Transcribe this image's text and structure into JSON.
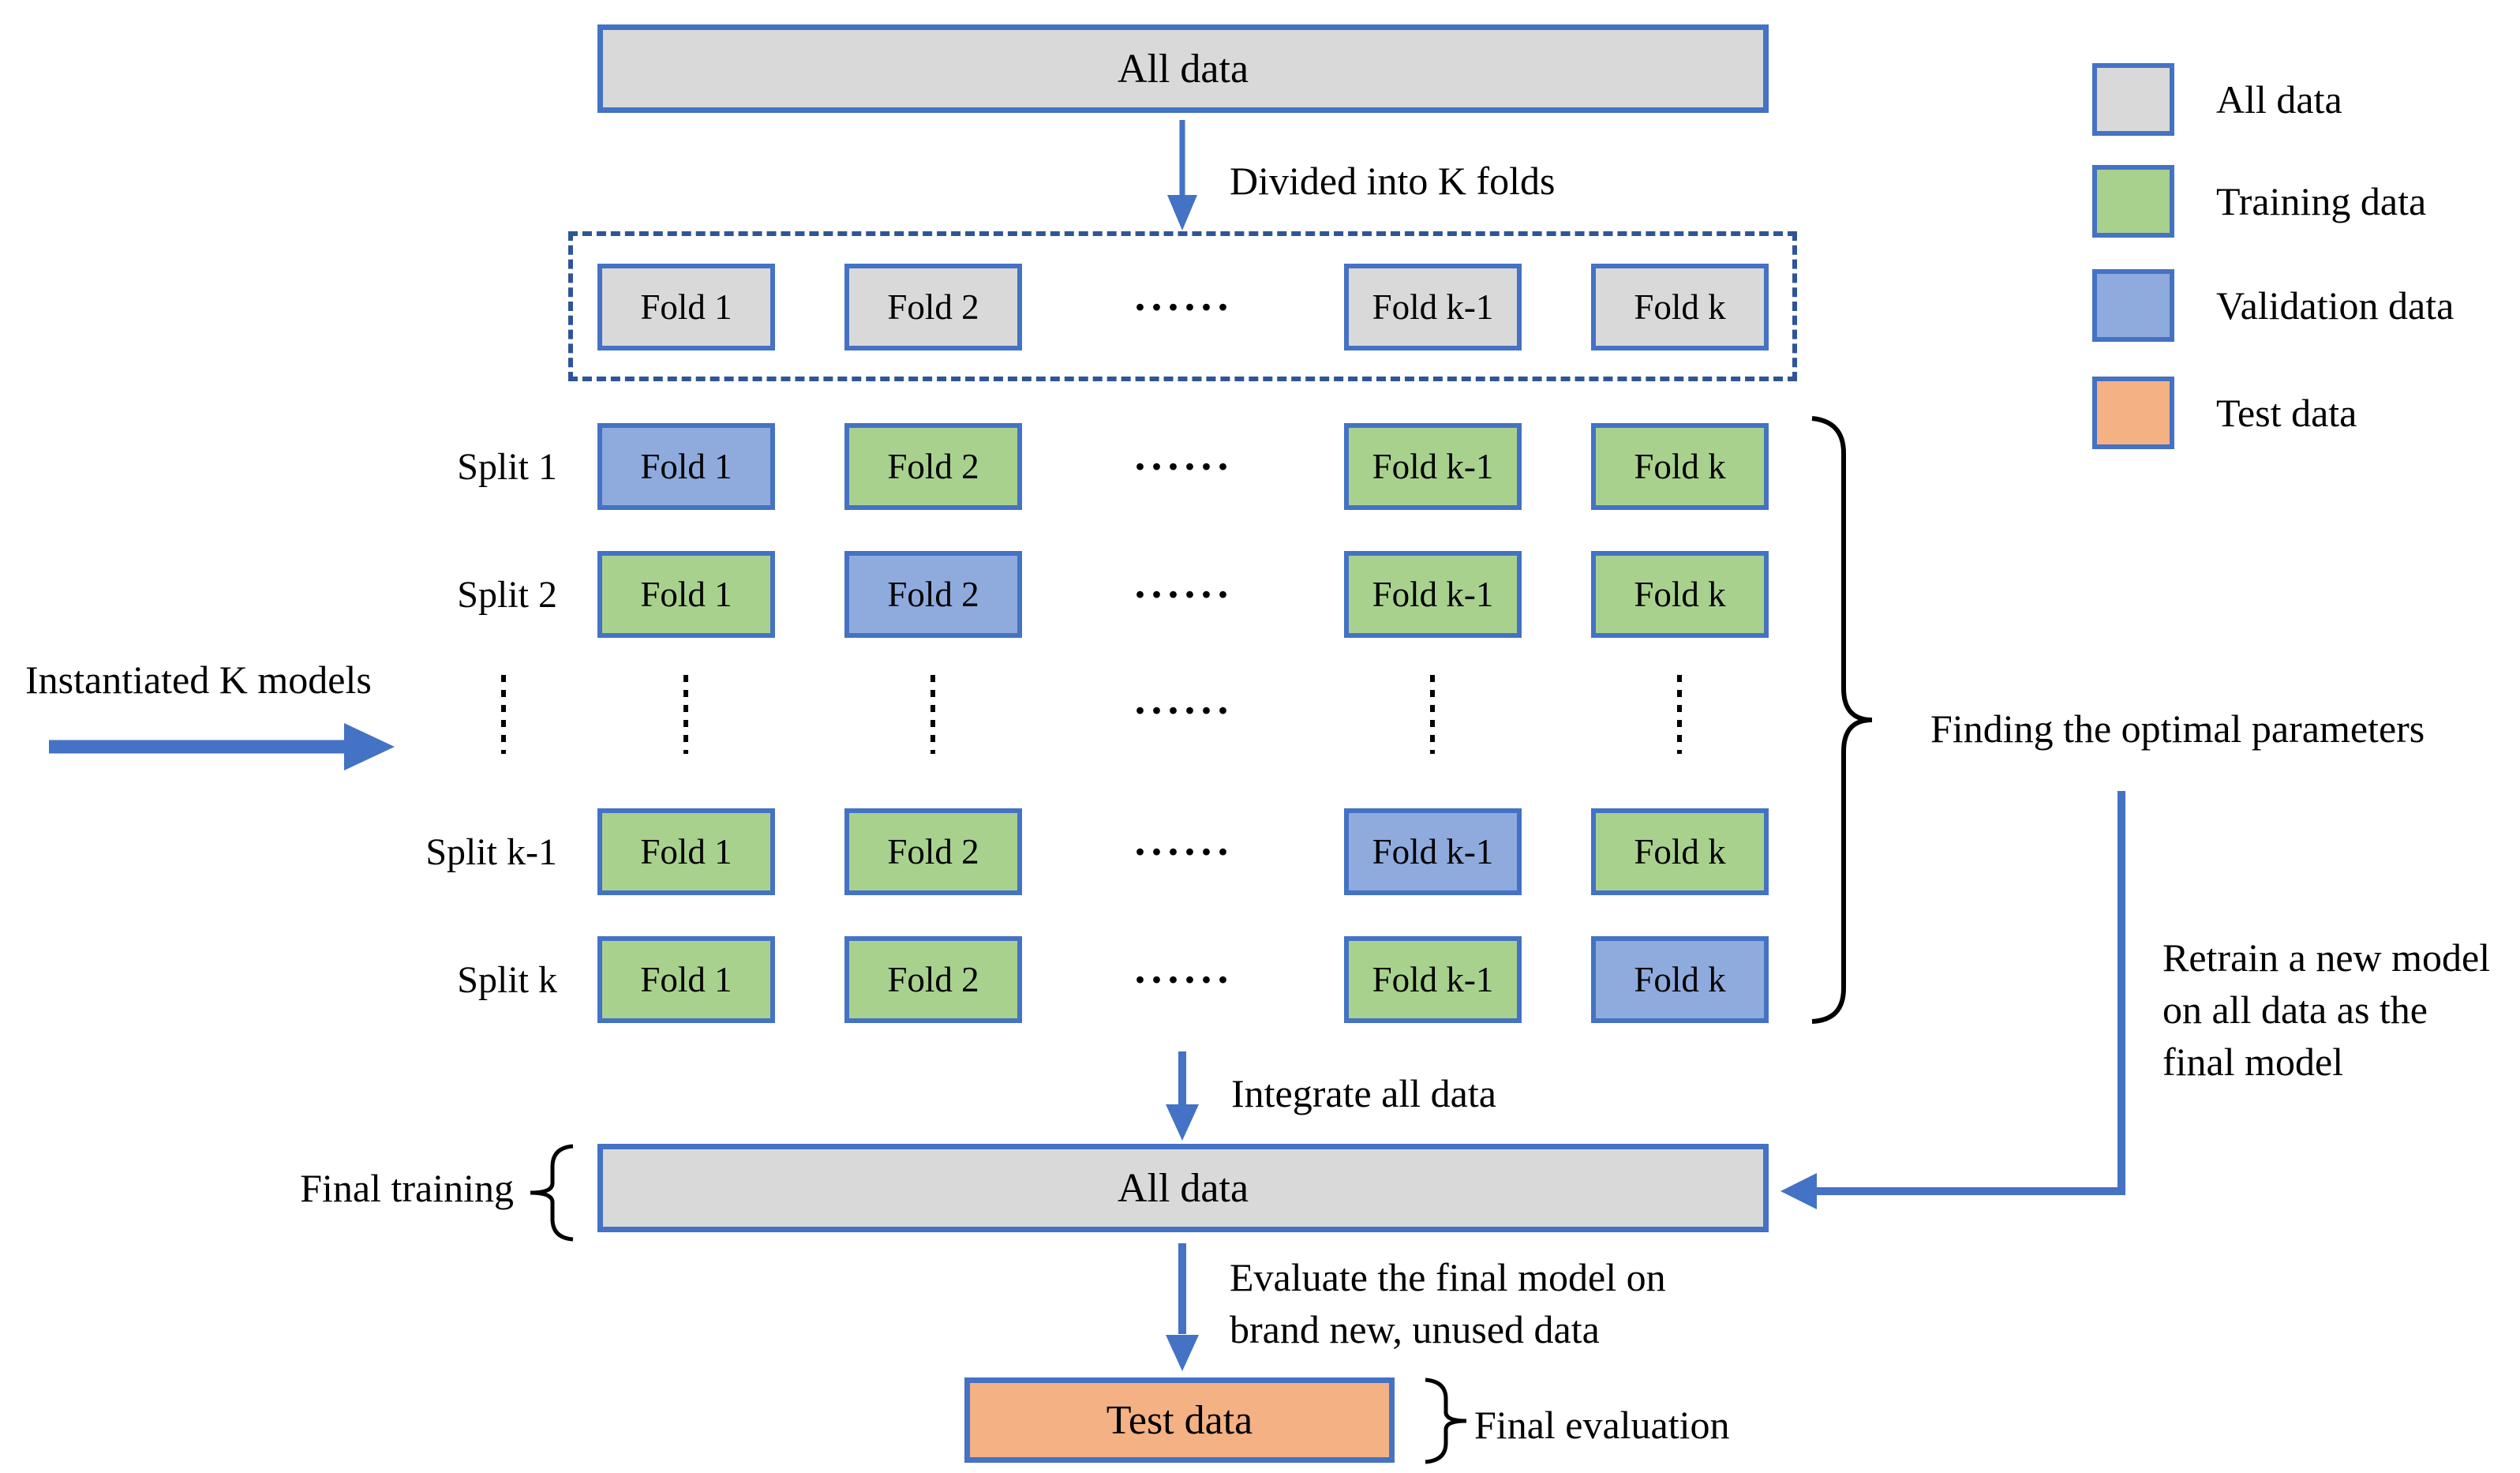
{
  "colors": {
    "all_data": "#D9D9D9",
    "training_data": "#A9D18E",
    "validation_data": "#8FAADC",
    "test_data": "#F4B183",
    "outline": "#4472C4",
    "dashed_outline": "#2F5597",
    "arrow": "#4472C4",
    "text": "#000000"
  },
  "top_flow": {
    "all_data_box": "All data",
    "divided_label": "Divided into K folds"
  },
  "fold_row": {
    "cells": [
      "Fold 1",
      "Fold 2",
      "Fold k-1",
      "Fold k"
    ],
    "ellipsis": "······"
  },
  "splits": [
    {
      "label": "Split 1",
      "cells": [
        "Fold 1",
        "Fold 2",
        "Fold k-1",
        "Fold k"
      ],
      "ellipsis": "······",
      "validation_fold": "Fold 1"
    },
    {
      "label": "Split 2",
      "cells": [
        "Fold 1",
        "Fold 2",
        "Fold k-1",
        "Fold k"
      ],
      "ellipsis": "······",
      "validation_fold": "Fold 2"
    },
    {
      "label": "Split k-1",
      "cells": [
        "Fold 1",
        "Fold 2",
        "Fold k-1",
        "Fold k"
      ],
      "ellipsis": "······",
      "validation_fold": "Fold k-1"
    },
    {
      "label": "Split k",
      "cells": [
        "Fold 1",
        "Fold 2",
        "Fold k-1",
        "Fold k"
      ],
      "ellipsis": "······",
      "validation_fold": "Fold k"
    }
  ],
  "dots_row": {
    "ellipsis": "······"
  },
  "left_annotation": {
    "label": "Instantiated K models"
  },
  "right_annotation": {
    "finding_label": "Finding the optimal parameters",
    "retrain_lines": [
      "Retrain a new model",
      "on all data as the",
      "final model"
    ]
  },
  "bottom_flow": {
    "integrate_label": "Integrate all data",
    "final_training_label": "Final training",
    "all_data_box": "All data",
    "evaluate_lines": [
      "Evaluate the final model on",
      "brand new, unused data"
    ],
    "test_data_box": "Test data",
    "final_evaluation_label": "Final evaluation"
  },
  "legend": {
    "items": [
      {
        "label": "All data",
        "color": "#D9D9D9"
      },
      {
        "label": "Training data",
        "color": "#A9D18E"
      },
      {
        "label": "Validation data",
        "color": "#8FAADC"
      },
      {
        "label": "Test data",
        "color": "#F4B183"
      }
    ]
  }
}
